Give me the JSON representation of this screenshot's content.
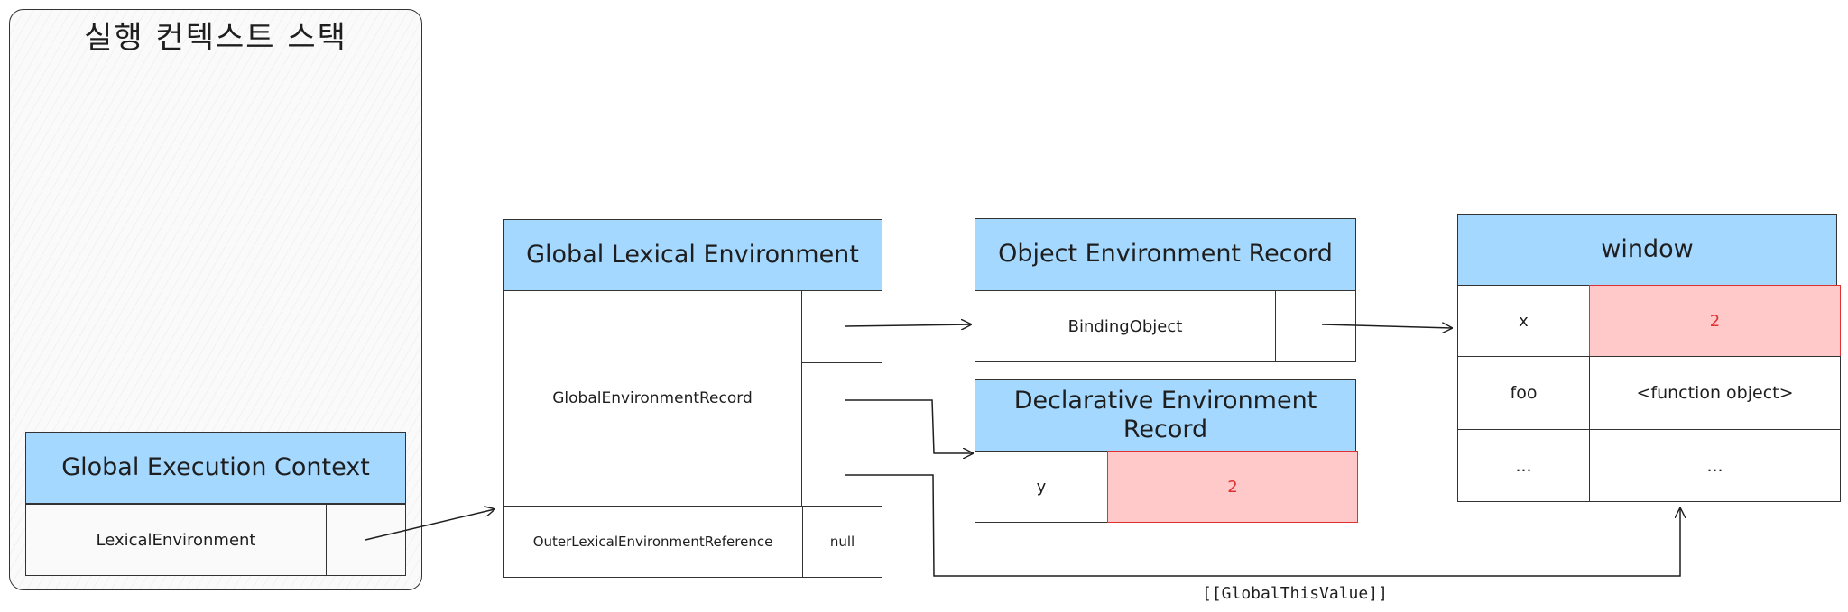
{
  "stack": {
    "title": "실행 컨텍스트 스택"
  },
  "gec": {
    "header": "Global Execution Context",
    "lexical_environment": "LexicalEnvironment"
  },
  "gle": {
    "header": "Global Lexical Environment",
    "record": "GlobalEnvironmentRecord",
    "outer": "OuterLexicalEnvironmentReference",
    "outer_value": "null"
  },
  "oer": {
    "header": "Object Environment Record",
    "binding": "BindingObject"
  },
  "der": {
    "header": "Declarative Environment Record",
    "rows": [
      {
        "key": "y",
        "value": "2"
      }
    ]
  },
  "window": {
    "header": "window",
    "rows": [
      {
        "key": "x",
        "value": "2"
      },
      {
        "key": "foo",
        "value": "<function object>"
      },
      {
        "key": "...",
        "value": "..."
      }
    ]
  },
  "labels": {
    "global_this": "[[GlobalThisValue]]"
  },
  "colors": {
    "header_fill": "#a5d8ff",
    "highlight_fill": "#ffc9c9",
    "highlight_stroke": "#e03131",
    "stroke": "#333333"
  }
}
